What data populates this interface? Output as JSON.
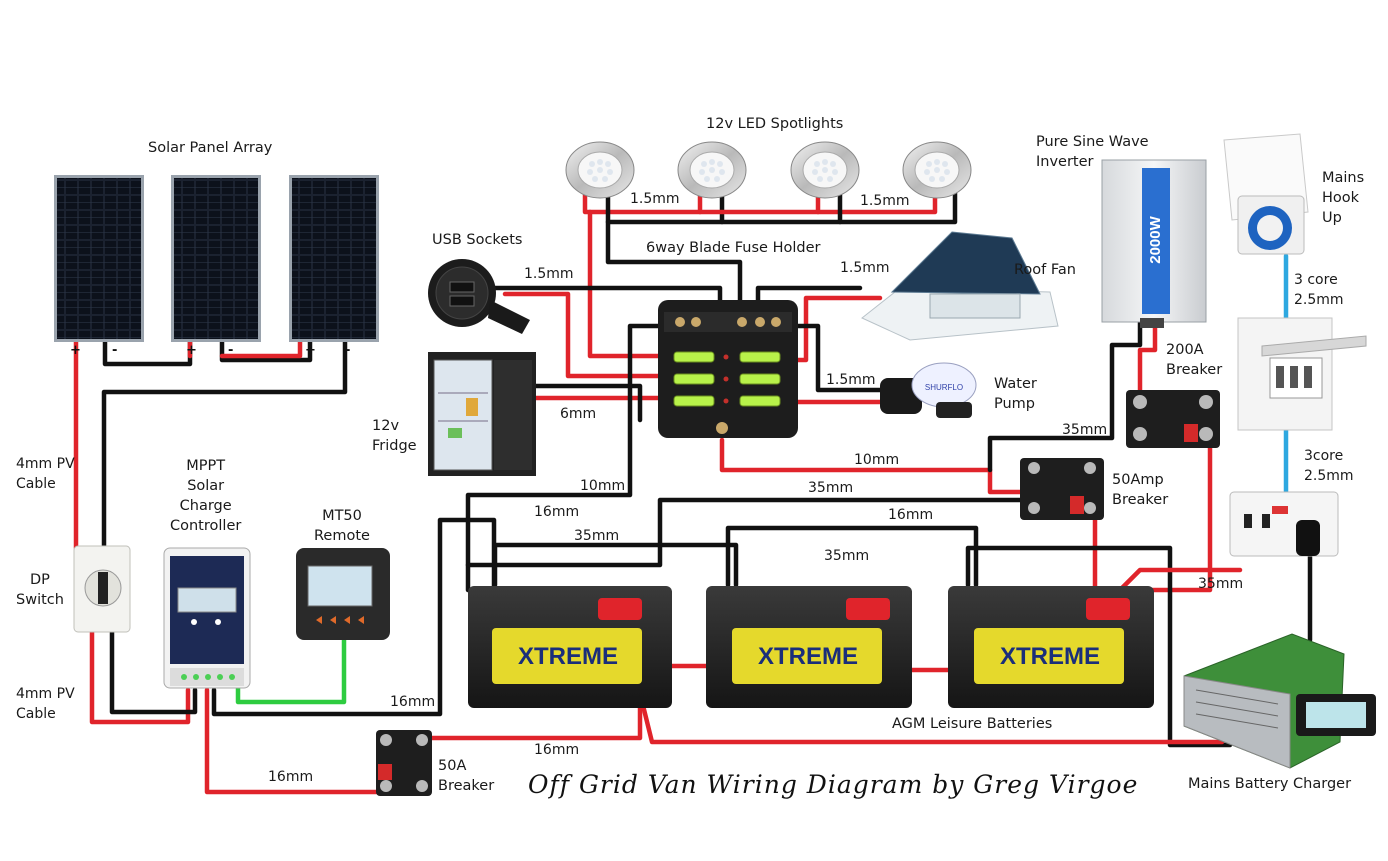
{
  "diagram": {
    "title": "Off Grid Van Wiring Diagram by Greg Virgoe",
    "colors": {
      "positive": "#e0242b",
      "negative": "#111111",
      "ac": "#2ea8e0",
      "data": "#2ecc40"
    },
    "components": {
      "solar_panels": "Solar Panel Array",
      "spotlights": "12v LED Spotlights",
      "inverter": "Pure Sine Wave\nInverter",
      "hookup": "Mains\nHook\nUp",
      "usb": "USB Sockets",
      "fuse_holder": "6way Blade Fuse Holder",
      "roof_fan": "Roof Fan",
      "water_pump": "Water\nPump",
      "fridge": "12v\nFridge",
      "mppt": "MPPT\nSolar\nCharge\nController",
      "mt50": "MT50\nRemote",
      "dp_switch": "DP\nSwitch",
      "breaker_200a": "200A\nBreaker",
      "breaker_50amp": "50Amp\nBreaker",
      "breaker_50a": "50A\nBreaker",
      "batteries": "AGM Leisure Batteries",
      "charger": "Mains Battery Charger",
      "battery_brand": "XTREME",
      "inverter_rating": "2000W"
    },
    "cables": {
      "pv_top": "4mm PV\nCable",
      "pv_bottom": "4mm PV\nCable",
      "light_a": "1.5mm",
      "light_b": "1.5mm",
      "usb": "1.5mm",
      "fan": "1.5mm",
      "pump": "1.5mm",
      "fridge": "6mm",
      "fuse_10a": "10mm",
      "breaker_10": "10mm",
      "inv_35": "35mm",
      "bus_35a": "35mm",
      "bus_16a": "16mm",
      "bus_35b": "35mm",
      "bus_16b": "16mm",
      "link_35": "35mm",
      "charger_35": "35mm",
      "mppt_16": "16mm",
      "breaker_16": "16mm",
      "bottom_16": "16mm",
      "ac_3core": "3 core\n2.5mm",
      "ac_3core2": "3core\n2.5mm"
    },
    "polarity": {
      "plus": "+",
      "minus": "-"
    }
  }
}
